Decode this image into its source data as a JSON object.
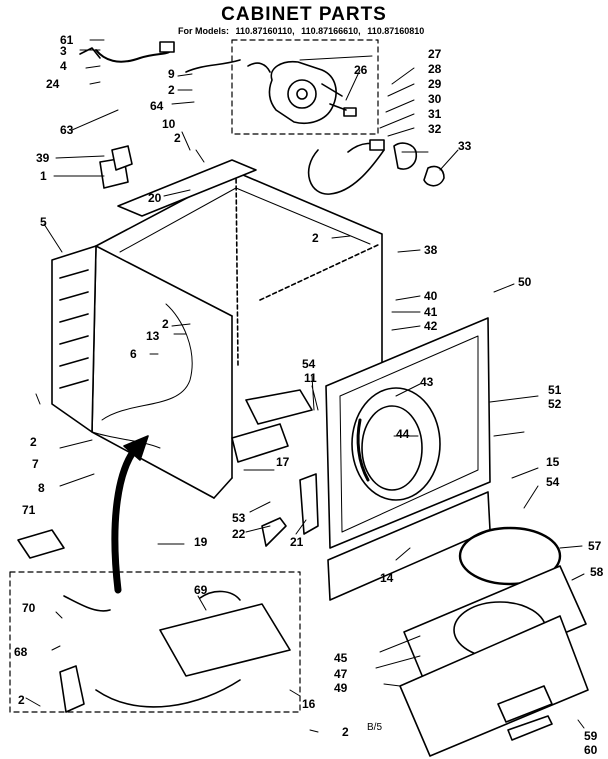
{
  "header": {
    "title": "CABINET PARTS",
    "models_label": "For Models:",
    "models": [
      "110.87160110,",
      "110.87166610,",
      "110.87160810"
    ]
  },
  "parts": [
    {
      "n": "61"
    },
    {
      "n": "3"
    },
    {
      "n": "4"
    },
    {
      "n": "24"
    },
    {
      "n": "63"
    },
    {
      "n": "9"
    },
    {
      "n": "2"
    },
    {
      "n": "64"
    },
    {
      "n": "10"
    },
    {
      "n": "2"
    },
    {
      "n": "39"
    },
    {
      "n": "1"
    },
    {
      "n": "20"
    },
    {
      "n": "5"
    },
    {
      "n": "27"
    },
    {
      "n": "26"
    },
    {
      "n": "28"
    },
    {
      "n": "29"
    },
    {
      "n": "30"
    },
    {
      "n": "31"
    },
    {
      "n": "32"
    },
    {
      "n": "33"
    },
    {
      "n": "2"
    },
    {
      "n": "38"
    },
    {
      "n": "50"
    },
    {
      "n": "40"
    },
    {
      "n": "41"
    },
    {
      "n": "42"
    },
    {
      "n": "13"
    },
    {
      "n": "2"
    },
    {
      "n": "6"
    },
    {
      "n": "54"
    },
    {
      "n": "11"
    },
    {
      "n": "43"
    },
    {
      "n": "44"
    },
    {
      "n": "51"
    },
    {
      "n": "52"
    },
    {
      "n": "2"
    },
    {
      "n": "7"
    },
    {
      "n": "8"
    },
    {
      "n": "17"
    },
    {
      "n": "15"
    },
    {
      "n": "54"
    },
    {
      "n": "71"
    },
    {
      "n": "53"
    },
    {
      "n": "22"
    },
    {
      "n": "21"
    },
    {
      "n": "19"
    },
    {
      "n": "14"
    },
    {
      "n": "57"
    },
    {
      "n": "58"
    },
    {
      "n": "69"
    },
    {
      "n": "70"
    },
    {
      "n": "68"
    },
    {
      "n": "45"
    },
    {
      "n": "47"
    },
    {
      "n": "49"
    },
    {
      "n": "16"
    },
    {
      "n": "2"
    },
    {
      "n": "2"
    },
    {
      "n": "59"
    },
    {
      "n": "60"
    }
  ],
  "footer": {
    "page": "B/5"
  }
}
